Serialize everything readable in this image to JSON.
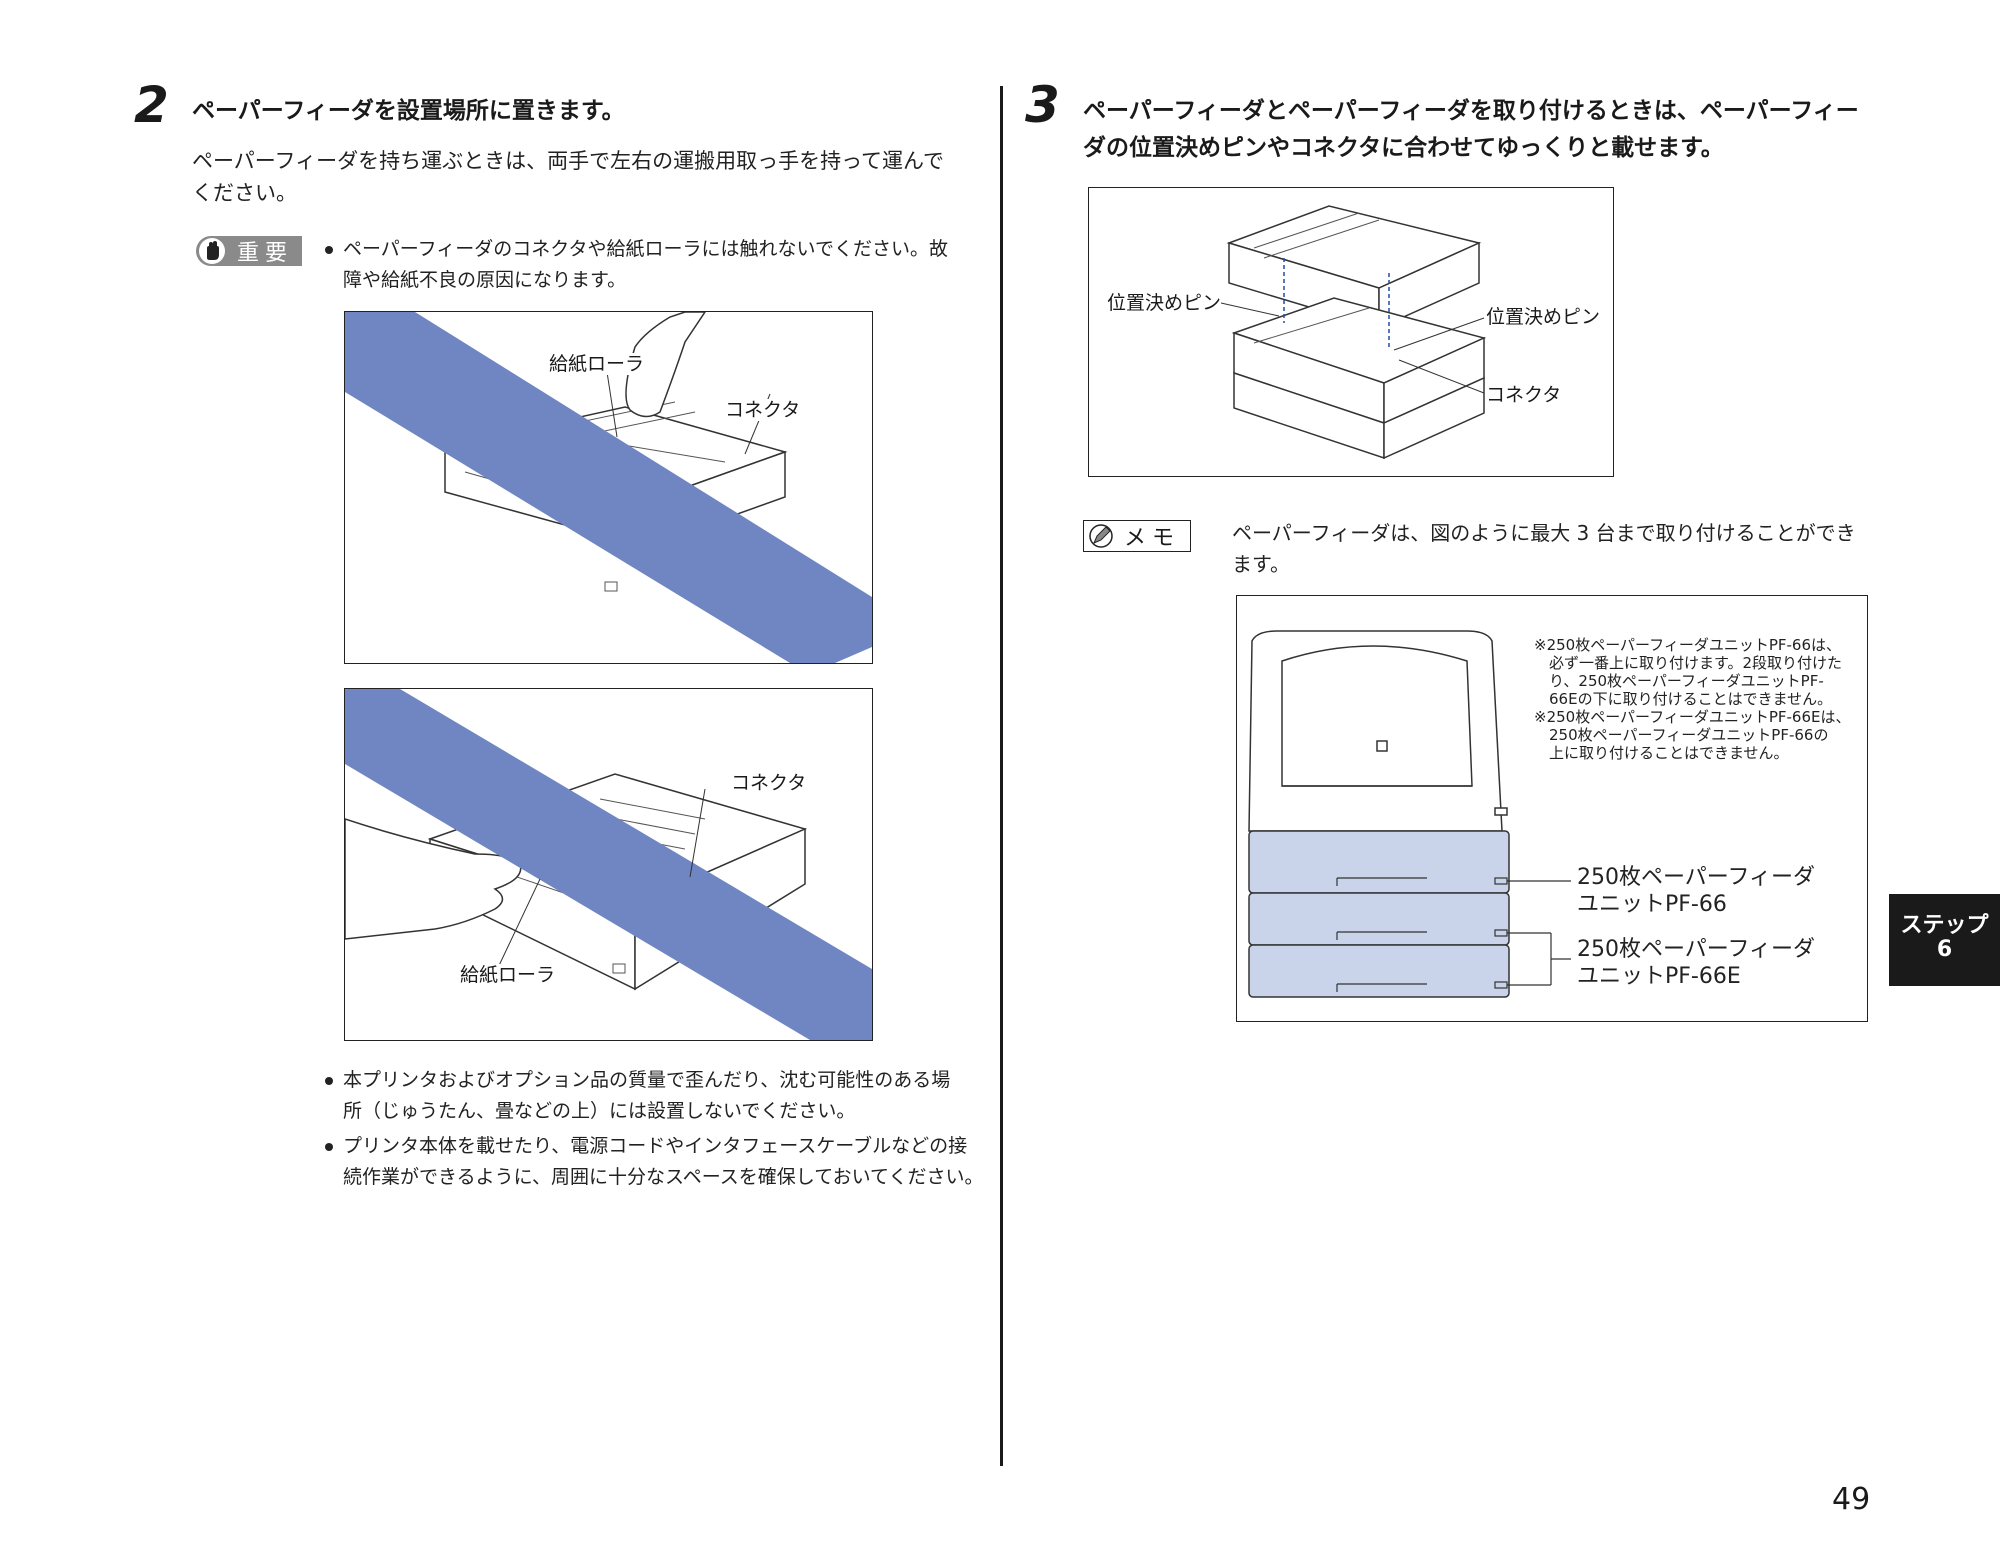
{
  "step2": {
    "number": "2",
    "heading": "ペーパーフィーダを設置場所に置きます。",
    "body_line1": "ペーパーフィーダを持ち運ぶときは、両手で左右の運搬用取っ手を持って運んで",
    "body_line2": "ください。",
    "important_label": "重要",
    "important_line1": "ペーパーフィーダのコネクタや給紙ローラには触れないでください。故",
    "important_line2": "障や給紙不良の原因になります。",
    "fig1": {
      "label_roller": "給紙ローラ",
      "label_connector": "コネクタ"
    },
    "fig2": {
      "label_connector": "コネクタ",
      "label_roller": "給紙ローラ"
    },
    "bullet2_line1": "本プリンタおよびオプション品の質量で歪んだり、沈む可能性のある場",
    "bullet2_line2": "所（じゅうたん、畳などの上）には設置しないでください。",
    "bullet3_line1": "プリンタ本体を載せたり、電源コードやインタフェースケーブルなどの接",
    "bullet3_line2": "続作業ができるように、周囲に十分なスペースを確保しておいてください。"
  },
  "step3": {
    "number": "3",
    "heading_line1": "ペーパーフィーダとペーパーフィーダを取り付けるときは、ペーパーフィー",
    "heading_line2": "ダの位置決めピンやコネクタに合わせてゆっくりと載せます。",
    "fig3": {
      "label_pin_left": "位置決めピン",
      "label_pin_right": "位置決めピン",
      "label_connector": "コネクタ"
    },
    "memo_label": "メモ",
    "memo_line1": "ペーパーフィーダは、図のように最大 3 台まで取り付けることができ",
    "memo_line2": "ます。",
    "fig4": {
      "note_lines": [
        "※250枚ペーパーフィーダユニットPF-66は、",
        "必ず一番上に取り付けます。2段取り付けた",
        "り、250枚ペーパーフィーダユニットPF-",
        "66Eの下に取り付けることはできません。",
        "※250枚ペーパーフィーダユニットPF-66Eは、",
        "250枚ペーパーフィーダユニットPF-66の",
        "上に取り付けることはできません。"
      ],
      "label_pf66_line1": "250枚ペーパーフィーダ",
      "label_pf66_line2": "ユニットPF-66",
      "label_pf66e_line1": "250枚ペーパーフィーダ",
      "label_pf66e_line2": "ユニットPF-66E"
    }
  },
  "side_tab": {
    "line1": "ステップ",
    "line2": "6"
  },
  "page_number": "49",
  "colors": {
    "prohibit_band": "#6f86c2",
    "feeder_fill": "#c9d4ea",
    "text": "#1a1a1a"
  }
}
